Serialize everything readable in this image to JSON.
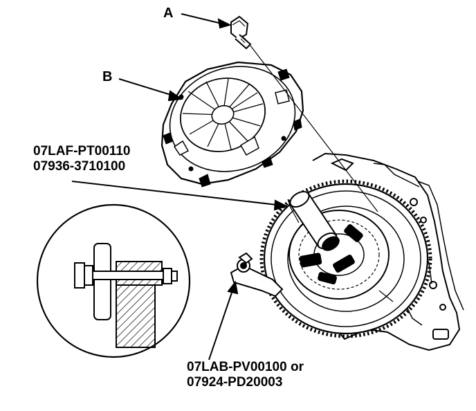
{
  "callouts": {
    "a": "A",
    "b": "B",
    "alignment_tool_line1": "07LAF-PT00110",
    "alignment_tool_line2": "07936-3710100",
    "holder_tool_line1": "07LAB-PV00100 or",
    "holder_tool_line2": "07924-PD20003"
  },
  "colors": {
    "ink": "#000000",
    "paper": "#ffffff"
  }
}
